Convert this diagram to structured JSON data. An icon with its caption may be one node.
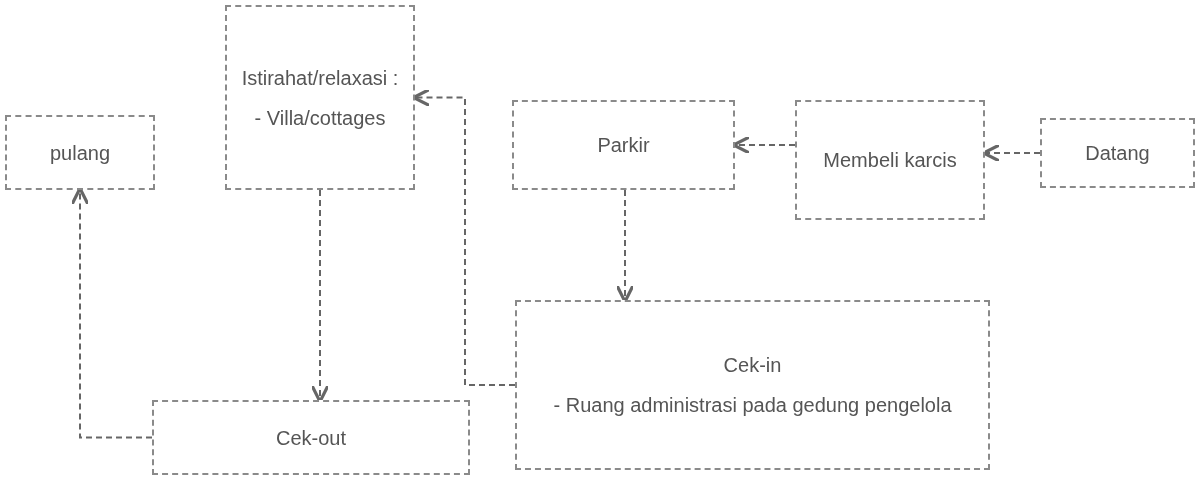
{
  "diagram": {
    "nodes": [
      {
        "text": [
          "Datang"
        ]
      },
      {
        "text": [
          "Membeli karcis"
        ]
      },
      {
        "text": [
          "Parkir"
        ]
      },
      {
        "text": [
          "Cek-in",
          "- Ruang administrasi pada gedung pengelola"
        ]
      },
      {
        "text": [
          "Istirahat/relaxasi :",
          "- Villa/cottages"
        ]
      },
      {
        "text": [
          "Cek-out"
        ]
      },
      {
        "text": [
          "pulang"
        ]
      }
    ],
    "edges": [
      {
        "from": 0,
        "to": 1,
        "arrow": "to",
        "style": "dashed"
      },
      {
        "from": 1,
        "to": 2,
        "arrow": "to",
        "style": "dashed"
      },
      {
        "from": 2,
        "to": 3,
        "arrow": "to",
        "style": "dashed"
      },
      {
        "from": 3,
        "to": 4,
        "arrow": "to",
        "style": "dashed"
      },
      {
        "from": 4,
        "to": 5,
        "arrow": "to",
        "style": "dashed"
      },
      {
        "from": 5,
        "to": 6,
        "arrow": "to",
        "style": "dashed"
      }
    ]
  }
}
